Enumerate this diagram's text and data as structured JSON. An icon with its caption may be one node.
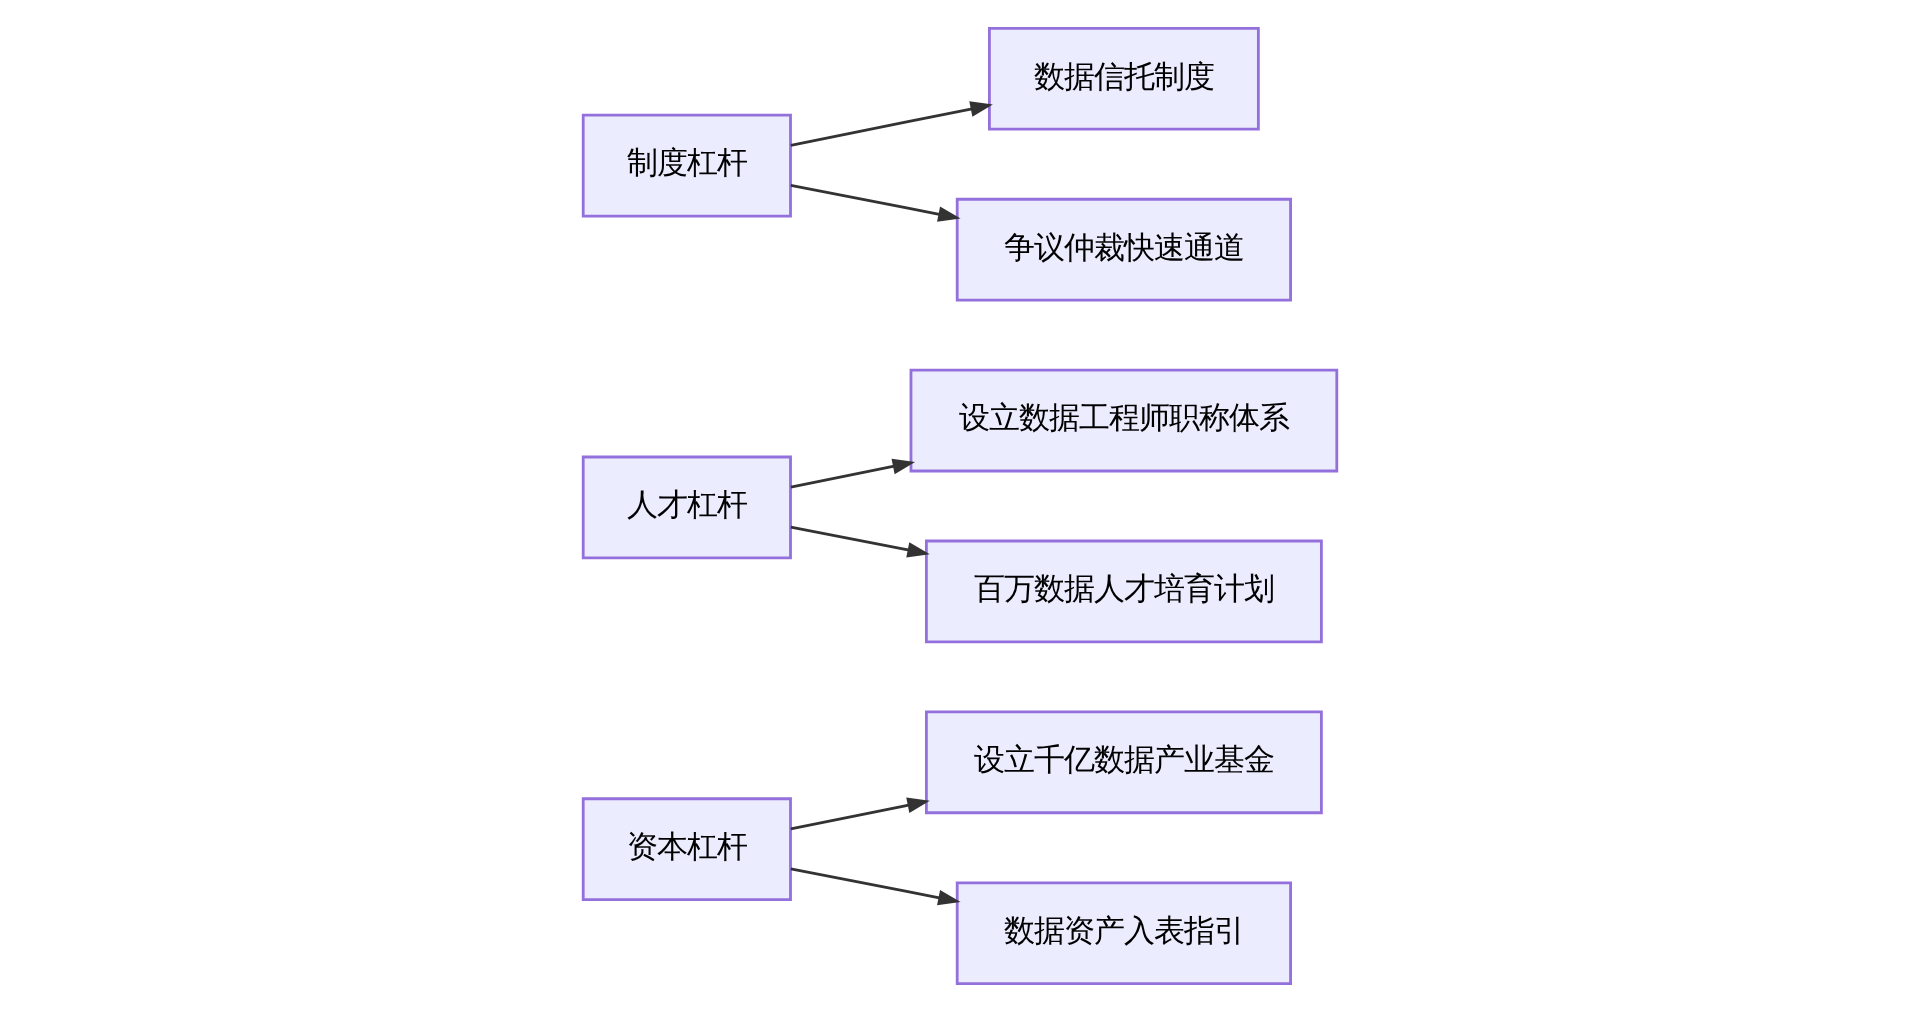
{
  "diagram": {
    "nodes": [
      {
        "text": [
          "资本杠杆"
        ]
      },
      {
        "text": [
          "设立千亿数据产业基金"
        ]
      },
      {
        "text": [
          "数据资产入表指引"
        ]
      },
      {
        "text": [
          "人才杠杆"
        ]
      },
      {
        "text": [
          "设立数据工程师职称体系"
        ]
      },
      {
        "text": [
          "百万数据人才培育计划"
        ]
      },
      {
        "text": [
          "制度杠杆"
        ]
      },
      {
        "text": [
          "数据信托制度"
        ]
      },
      {
        "text": [
          "争议仲裁快速通道"
        ]
      }
    ],
    "edges": [
      {
        "from": 0,
        "to": 1,
        "arrow": "to"
      },
      {
        "from": 0,
        "to": 2,
        "arrow": "to"
      },
      {
        "from": 3,
        "to": 4,
        "arrow": "to"
      },
      {
        "from": 3,
        "to": 5,
        "arrow": "to"
      },
      {
        "from": 6,
        "to": 7,
        "arrow": "to"
      },
      {
        "from": 6,
        "to": 8,
        "arrow": "to"
      }
    ]
  }
}
